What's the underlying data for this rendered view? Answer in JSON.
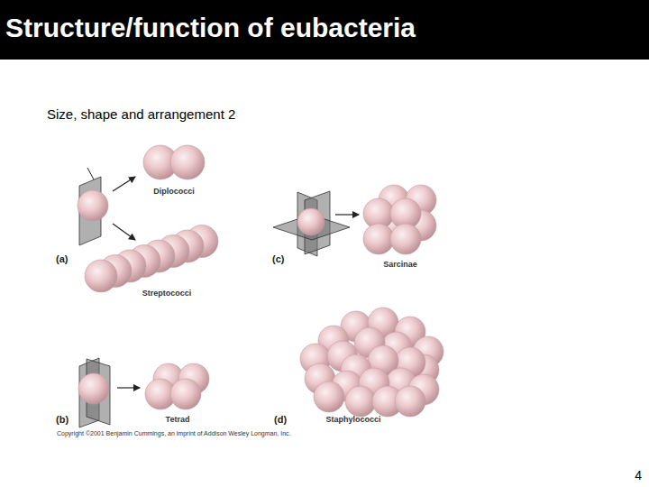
{
  "diagram": {
    "title": "Structure/function of eubacteria",
    "labels": [
      "Size, shape and arrangement 2",
      "Diplococci",
      "(a)",
      "Streptococci",
      "(c)",
      "Sarcinae",
      "(b)",
      "Tetrad",
      "(d)",
      "Staphylococci",
      "Copyright ©2001 Benjamin Cummings, an imprint of Addison Wesley Longman, Inc.",
      "4"
    ]
  }
}
